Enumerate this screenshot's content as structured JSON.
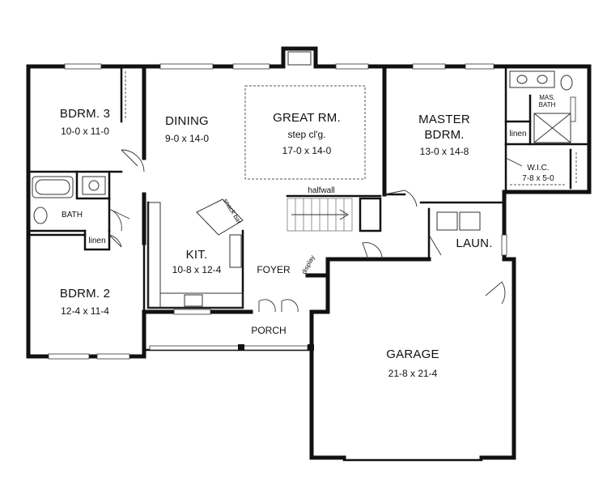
{
  "rooms": {
    "bdrm3": {
      "name": "BDRM. 3",
      "dim": "10-0 x 11-0"
    },
    "dining": {
      "name": "DINING",
      "dim": "9-0 x 14-0"
    },
    "great_rm": {
      "name": "GREAT RM.",
      "note": "step cl'g.",
      "dim": "17-0 x 14-0"
    },
    "master": {
      "name_line1": "MASTER",
      "name_line2": "BDRM.",
      "dim": "13-0 x 14-8"
    },
    "mas_bath": {
      "line1": "MAS.",
      "line2": "BATH"
    },
    "master_linen": "linen",
    "wic": {
      "name": "W.I.C.",
      "dim": "7-8 x 5-0"
    },
    "bath": "BATH",
    "hall_linen": "linen",
    "bdrm2": {
      "name": "BDRM. 2",
      "dim": "12-4 x 11-4"
    },
    "kit": {
      "name": "KIT.",
      "dim": "10-8 x 12-4"
    },
    "snack_bar": "snack bar",
    "halfwall": "halfwall",
    "foyer": "FOYER",
    "display": "display",
    "laun": "LAUN.",
    "porch": "PORCH",
    "garage": {
      "name": "GARAGE",
      "dim": "21-8 x 21-4"
    }
  }
}
